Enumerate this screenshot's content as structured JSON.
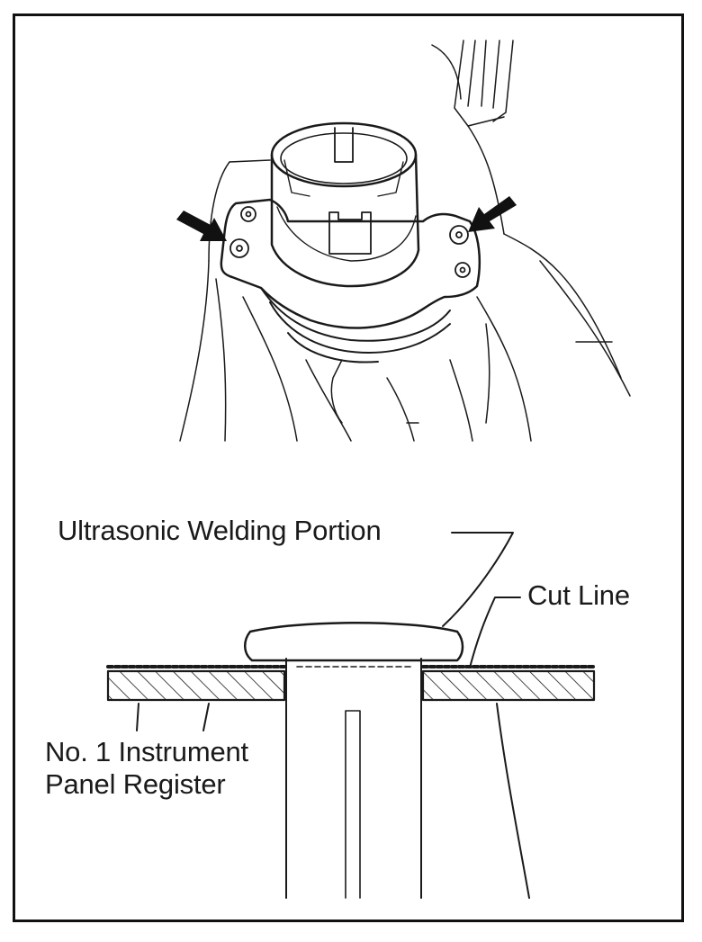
{
  "labels": {
    "ultrasonic_welding_portion": "Ultrasonic Welding Portion",
    "cut_line": "Cut Line",
    "panel_register_line1": "No. 1 Instrument",
    "panel_register_line2": "Panel Register"
  },
  "colors": {
    "line": "#1a1a1a",
    "background": "#ffffff"
  }
}
